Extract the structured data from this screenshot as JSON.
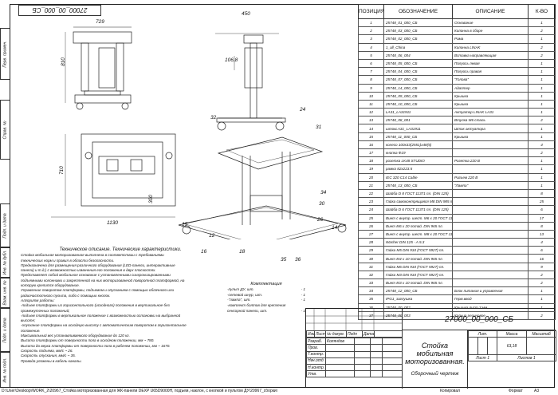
{
  "stamp_top": "27000_00_000_СБ",
  "left_strip": {
    "perv_primen": "Перв. примен.",
    "sprav_no": "Справ. №",
    "podp_data_1": "Подп. и дата",
    "inv_no_dubl": "Инв. № дубл.",
    "vzam_inv_no": "Взам. инв. №",
    "podp_data_2": "Подп. и дата",
    "inv_no_podl": "Инв. № подл."
  },
  "dims": {
    "d729": "729",
    "d810": "810",
    "d450": "450",
    "d106": "106,8",
    "d710": "710",
    "d300": "300",
    "d1130": "1130",
    "d15": "15"
  },
  "callouts": [
    "32",
    "24",
    "31",
    "34",
    "30",
    "26",
    "14",
    "12",
    "16",
    "18",
    "35",
    "36"
  ],
  "spec_table": {
    "headers": [
      "ПОЗИЦИЯ",
      "ОБОЗНАЧЕНИЕ",
      "ОПИСАНИЕ",
      "К-ВО"
    ],
    "rows": [
      [
        "1",
        "25748_01_000_СБ",
        "Основание",
        "1"
      ],
      [
        "2",
        "25748_03_000_СБ",
        "Колонна в сборе",
        "2"
      ],
      [
        "3",
        "25748_02_000_СБ",
        "Рама",
        "1"
      ],
      [
        "4",
        "1_all_China",
        "Колонна LINAK",
        "2"
      ],
      [
        "5",
        "25748_06_004",
        "Вставка направляющая",
        "2"
      ],
      [
        "6",
        "25748_05_000_СБ",
        "Полуось левая",
        "1"
      ],
      [
        "7",
        "25748_04_000_СБ",
        "Полуось правая",
        "1"
      ],
      [
        "8",
        "25748_07_000_СБ",
        "\"Голова\"",
        "1"
      ],
      [
        "9",
        "25748_14_000_СБ",
        "Адаптер",
        "1"
      ],
      [
        "10",
        "25748_09_000_СБ",
        "Крышка",
        "1"
      ],
      [
        "11",
        "25748_10_000_СБ",
        "Крышка",
        "1"
      ],
      [
        "12",
        "LA31_LA31911",
        "Актуатор LINAK LA31",
        "1"
      ],
      [
        "13",
        "25748_08_001",
        "Втулка M6 сталь",
        "2"
      ],
      [
        "14",
        "штокLA31_LA31911",
        "Шток актуатора",
        "1"
      ],
      [
        "15",
        "25748_11_000_СБ",
        "Крышка",
        "1"
      ],
      [
        "16",
        "колесо 100x33(2551)x48(5)",
        "",
        "4"
      ],
      [
        "17",
        "кнопка Ф19",
        "",
        "2"
      ],
      [
        "18",
        "розетка LK48 STUDIO",
        "Розетка 220 В",
        "1"
      ],
      [
        "19",
        "рамка 82x223.5",
        "",
        "1"
      ],
      [
        "20",
        "IEC 320 C14 Cable",
        "Разъем 220 В",
        "1"
      ],
      [
        "21",
        "25748_13_000_СБ",
        "\"Лампа\"",
        "1"
      ],
      [
        "22",
        "Шайба D 8 ГОСТ 11371 пл. (DIN 125)",
        "",
        "8"
      ],
      [
        "23",
        "Гайка самоконтрящаяся M8 DIN 985 пл.",
        "",
        "25"
      ],
      [
        "24",
        "Шайба D 6 ГОСТ 11371 пл. (DIN 125)",
        "",
        "6"
      ],
      [
        "25",
        "Винт с внутр. шест. M6 x 20 ГОСТ 11738 (DIN 912)",
        "",
        "17"
      ],
      [
        "26",
        "Винт M6 x 20 потай. DIN 965 пл.",
        "",
        "8"
      ],
      [
        "27",
        "Винт с внутр. шест. M8 x 20 ГОСТ 11738 (DIN 912)",
        "",
        "13"
      ],
      [
        "28",
        "Washer DIN 125 - A 5.3",
        "",
        "4"
      ],
      [
        "29",
        "Гайка M5 DIN 934 (ГОСТ 5927) пл.",
        "",
        "6"
      ],
      [
        "30",
        "Винт M4 x 10 потай. DIN 965 пл.",
        "",
        "16"
      ],
      [
        "31",
        "Гайка M6 DIN 934 (ГОСТ 5927) пл.",
        "",
        "9"
      ],
      [
        "32",
        "Гайка M3 DIN 934 (ГОСТ 5927) пл.",
        "",
        "2"
      ],
      [
        "33",
        "Винт M3 x 10 потай. DIN 965 пл.",
        "",
        "2"
      ],
      [
        "34",
        "25748_12_000_СБ",
        "Блок питания и управления",
        "1"
      ],
      [
        "35",
        "IPG1_заглушка",
        "Герм.ввод",
        "1"
      ],
      [
        "36",
        "25748_00_002",
        "Крышка лист 3 мм",
        "1"
      ],
      [
        "37",
        "25748_00_003",
        "Кольцо резиновое",
        "2"
      ]
    ]
  },
  "description": {
    "heading": "Техническое описание. Технические характеристики.",
    "lines": [
      "Стойка мобильная моторизованная выполнена в соответствии с требованиями",
      "технических норм и правил в области безопасности.",
      "Предназначена для размещения различного оборудования (LED-панели, интерактивные",
      "панели) и т.д.) с возможностью изменения его положения в двух плоскостях.",
      "Представляет собой мобильное основание с установленными синхронизированными",
      "подъемными колоннами и закрепленной на них моторизованной поворотной платформой, на",
      "которую крепится оборудование.",
      "Управление поворотом платформы, подъемом и опусканием с помощью облачного или",
      "радиочастотного пульта, либо с помощью кнопок.",
      "Алгоритм работы:",
      "-подъем платформы из горизонтального (исходного) положения в вертикальное без",
      "промежуточных положений;",
      "-подъем платформы в вертикальное положение с возможностью остановки на выбранной",
      "высоте;",
      "-опускание платформы на исходную высоту с автоматическим поворотом в горизонтальное",
      "положение.",
      "Максимальный вес устанавливаемого оборудования до 120 кг.",
      "Высота платформы от поверхности пола в исходном положении, мм ~ 780.",
      "Высота до верха платформы от поверхности пола в рабочем положении, мм ~ 1670.",
      "Скорость подъема, мм/с ~ 26.",
      "Скорость опускания, мм/с ~ 35.",
      "Провода уложены в кабель-каналы."
    ]
  },
  "kit": {
    "heading": "Комплектация",
    "rows": [
      [
        "-пульт ДУ, шт.",
        "- 1"
      ],
      [
        "-сетевой шнур, шт.",
        "- 1"
      ],
      [
        "-\"лампа\", шт.",
        "- 1"
      ],
      [
        "-комплект болтов для крепления",
        ""
      ],
      [
        "сенсорной панели, шт.",
        "- 1"
      ]
    ]
  },
  "title_block": {
    "code": "27000_00_000_СБ",
    "name_line1": "Стойка мобильная",
    "name_line2": "моторизованная.",
    "doc_type": "Сборочный чертеж",
    "grid_header": [
      "Изм",
      "Лист",
      "№ докум.",
      "Подп",
      "Дата"
    ],
    "roles": [
      [
        "Разраб.",
        "Коляндов"
      ],
      [
        "Пров.",
        ""
      ],
      [
        "Т.контр.",
        ""
      ],
      [
        "Нач.отд.",
        ""
      ],
      [
        "Н.контр.",
        ""
      ],
      [
        "Утв.",
        ""
      ]
    ],
    "lit": "Лит.",
    "mass": "Масса",
    "scale": "Масштаб",
    "mass_value": "63,18",
    "sheet": "Лист",
    "sheet_no": "1",
    "sheets": "Листов",
    "sheets_no": "1"
  },
  "footer": {
    "path": "D:\\User\\Desktop\\WORK_2\\20967_Стойка моторизованная для ЖК-панели DEXP U65D9000H, подъем, наклон, с кнопкой и пультом ДУ\\20967_сборки\\",
    "copied": "Копировал",
    "format": "Формат",
    "format_value": "А3"
  }
}
